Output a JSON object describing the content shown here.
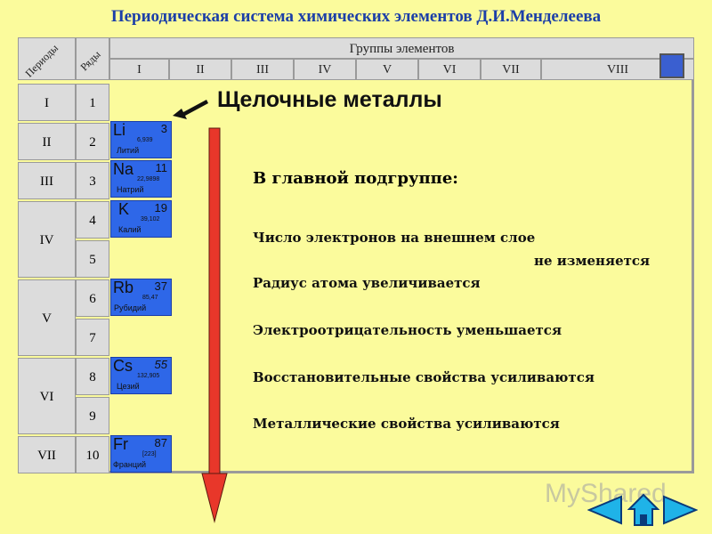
{
  "title": "Периодическая система химических элементов Д.И.Менделеева",
  "headers": {
    "periods": "Периоды",
    "rows": "Ряды",
    "groups_title": "Группы элементов",
    "groups": [
      "I",
      "II",
      "III",
      "IV",
      "V",
      "VI",
      "VII",
      "VIII"
    ]
  },
  "periods": [
    "I",
    "II",
    "III",
    "IV",
    "V",
    "VI",
    "VII"
  ],
  "rows": [
    "1",
    "2",
    "3",
    "4",
    "5",
    "6",
    "7",
    "8",
    "9",
    "10"
  ],
  "elements": [
    {
      "symbol": "Li",
      "number": "3",
      "mass": "6,939",
      "name": "Литий"
    },
    {
      "symbol": "Na",
      "number": "11",
      "mass": "22,9898",
      "name": "Натрий"
    },
    {
      "symbol": "K",
      "number": "19",
      "mass": "39,102",
      "name": "Калий"
    },
    {
      "symbol": "Rb",
      "number": "37",
      "mass": "85,47",
      "name": "Рубидий"
    },
    {
      "symbol": "Cs",
      "number": "55",
      "mass": "132,905",
      "name": "Цезий"
    },
    {
      "symbol": "Fr",
      "number": "87",
      "mass": "[223]",
      "name": "Франций"
    }
  ],
  "heading": "Щелочные металлы",
  "main_subgroup": "В главной  подгруппе:",
  "properties": {
    "outer_electrons": "Число электронов на внешнем слое",
    "outer_electrons_value": "не  изменяется",
    "radius": "Радиус атома увеличивается",
    "electronegativity": "Электроотрицательность уменьшается",
    "reducing": "Восстановительные свойства  усиливаются",
    "metallic": "Металлические свойства усиливаются"
  },
  "watermark": "MyShared",
  "colors": {
    "element_fill": "#2e67e8",
    "arrow": "#e8372a",
    "background": "#fbfb9c",
    "title": "#1c3fa8"
  }
}
